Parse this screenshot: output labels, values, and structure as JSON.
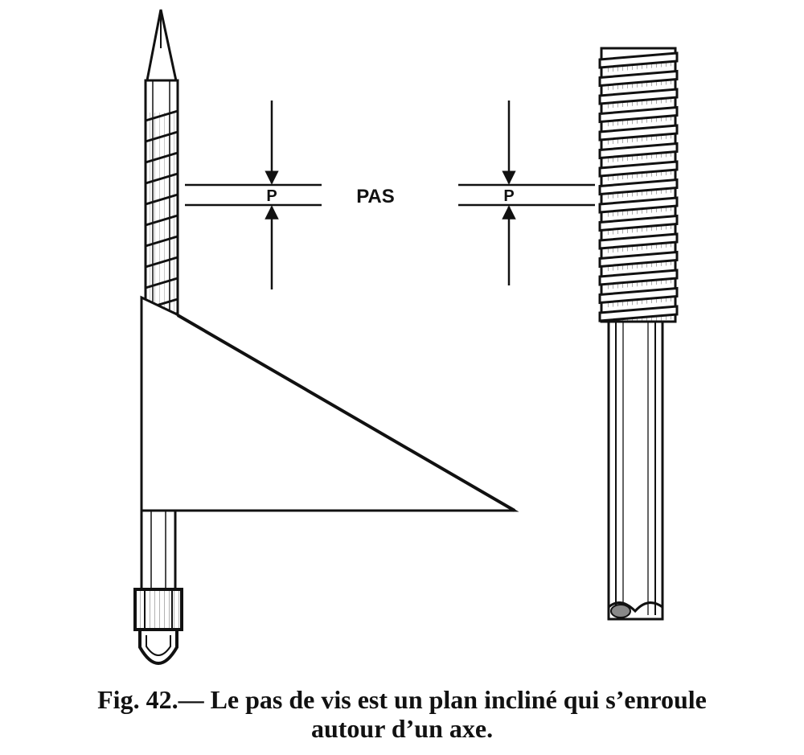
{
  "figure": {
    "pitch_symbol_left": "P",
    "pitch_symbol_right": "P",
    "pitch_term": "PAS"
  },
  "caption": {
    "line1": "Fig. 42.— Le pas de vis est un plan incliné qui s’enroule",
    "line2": "autour d’un axe."
  },
  "colors": {
    "ink": "#111111",
    "paper": "#ffffff"
  }
}
